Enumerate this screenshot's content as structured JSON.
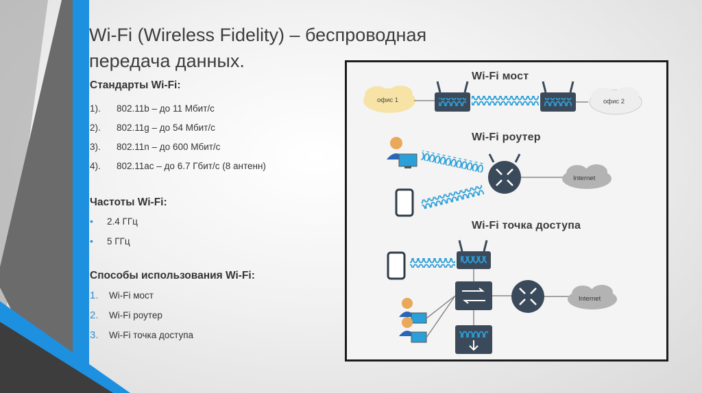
{
  "title": "Wi-Fi (Wireless Fidelity) – беспроводная передача данных.",
  "standards": {
    "heading": "Стандарты Wi-Fi:",
    "items": [
      {
        "num": "1).",
        "text": "802.11b – до 11 Мбит/с"
      },
      {
        "num": "2).",
        "text": "802.11g – до 54 Мбит/с"
      },
      {
        "num": "3).",
        "text": "802.11n – до 600 Мбит/с"
      },
      {
        "num": "4).",
        "text": "802.11ac – до 6.7 Гбит/с (8 антенн)"
      }
    ]
  },
  "frequencies": {
    "heading": "Частоты Wi-Fi:",
    "items": [
      {
        "bullet": "•",
        "text": "2.4 ГГц"
      },
      {
        "bullet": "•",
        "text": "5 ГГц"
      }
    ]
  },
  "usage": {
    "heading": "Способы использования Wi-Fi:",
    "items": [
      {
        "num": "1.",
        "text": "Wi-Fi мост"
      },
      {
        "num": "2.",
        "text": "Wi-Fi роутер"
      },
      {
        "num": "3.",
        "text": "Wi-Fi точка доступа"
      }
    ]
  },
  "diagram": {
    "bridge_label": "Wi-Fi мост",
    "office1": "офис 1",
    "office2": "офис 2",
    "router_label": "Wi-Fi роутер",
    "internet1": "Internet",
    "ap_label": "Wi-Fi точка доступа",
    "internet2": "Internet"
  },
  "colors": {
    "accent": "#2e8fd6",
    "stripe_blue": "#1e90e0",
    "stripe_gray": "#6d6d6d",
    "device": "#3b4a5a",
    "wave": "#2a9fd8"
  }
}
